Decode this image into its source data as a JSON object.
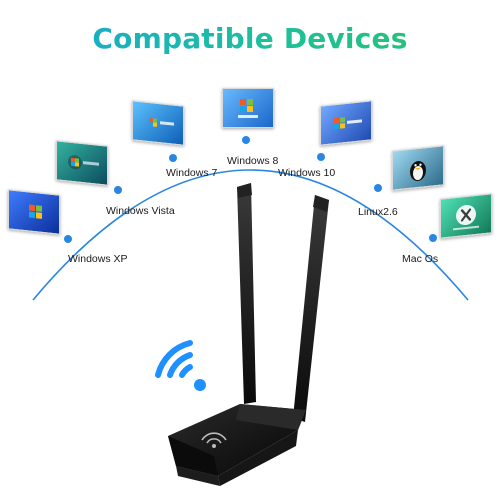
{
  "title": "Compatible Devices",
  "colors": {
    "title_start": "#16a7d8",
    "title_end": "#27c36a",
    "arc": "#2a86e0",
    "dot": "#2a86e0",
    "wifi_icon": "#1e90ff",
    "adapter_body": "#111111"
  },
  "os_list": [
    {
      "label": "Windows XP",
      "icon": "windows-xp-logo-icon",
      "tile_color": "#1b4fd8"
    },
    {
      "label": "Windows Vista",
      "icon": "windows-vista-logo-icon",
      "tile_color": "#1c7a6d"
    },
    {
      "label": "Windows 7",
      "icon": "windows-7-logo-icon",
      "tile_color": "#1a7dd0"
    },
    {
      "label": "Windows 8",
      "icon": "windows-8-logo-icon",
      "tile_color": "#2f8de4"
    },
    {
      "label": "Windows 10",
      "icon": "windows-10-logo-icon",
      "tile_color": "#3d7de0"
    },
    {
      "label": "Linux2.6",
      "icon": "linux-tux-icon",
      "tile_color": "#2f6f8f"
    },
    {
      "label": "Mac Os",
      "icon": "mac-os-x-icon",
      "tile_color": "#2aa078"
    }
  ],
  "product": {
    "name_icon": "usb-wifi-adapter-icon",
    "wifi_icon": "wifi-signal-icon"
  }
}
